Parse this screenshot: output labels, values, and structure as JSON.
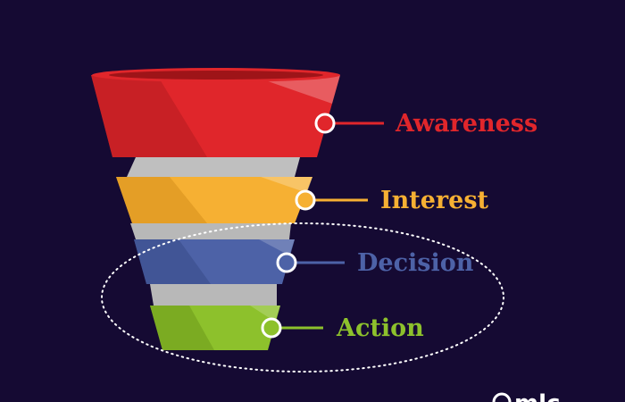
{
  "funnel": {
    "stages": [
      {
        "label": "Awareness",
        "color": "#e0262b"
      },
      {
        "label": "Interest",
        "color": "#f6b033"
      },
      {
        "label": "Decision",
        "color": "#4d62a7"
      },
      {
        "label": "Action",
        "color": "#8dc12c"
      }
    ],
    "connector_color": "#bfbfbf"
  },
  "highlight": {
    "style": "dotted-ellipse",
    "color": "#ffffff",
    "grouped_stages": [
      "Decision",
      "Action"
    ]
  },
  "brand": {
    "text": "mlc",
    "icon": "brand-logo-icon"
  }
}
